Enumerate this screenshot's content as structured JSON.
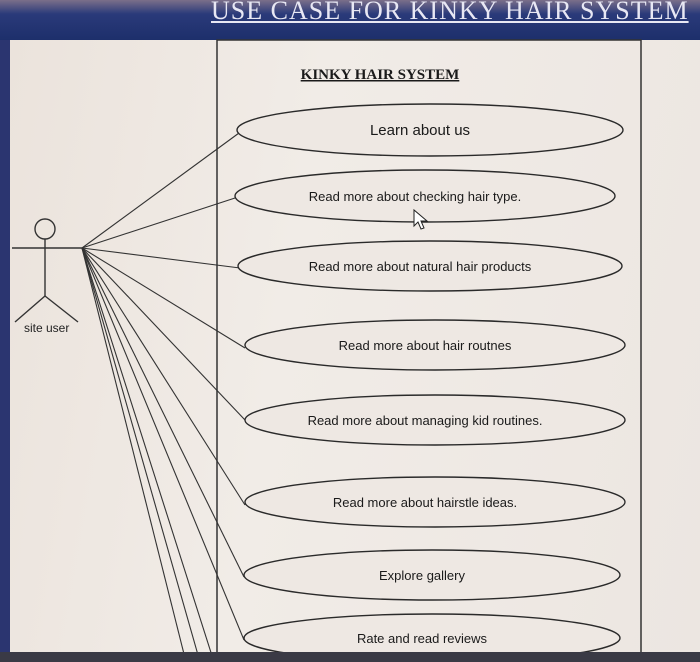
{
  "header": {
    "title": "USE CASE FOR KINKY HAIR SYSTEM"
  },
  "system": {
    "name": "KINKY HAIR SYSTEM"
  },
  "actor": {
    "label": "site user"
  },
  "use_cases": [
    "Learn about us",
    "Read more about checking hair type.",
    "Read more about natural hair products",
    "Read more about hair routnes",
    "Read more about managing kid routines.",
    "Read more about hairstle ideas.",
    "Explore gallery",
    "Rate and read reviews"
  ],
  "colors": {
    "screen": "#ece6e1",
    "ink": "#1a1a1a",
    "bezel": "#1d2f6b"
  }
}
